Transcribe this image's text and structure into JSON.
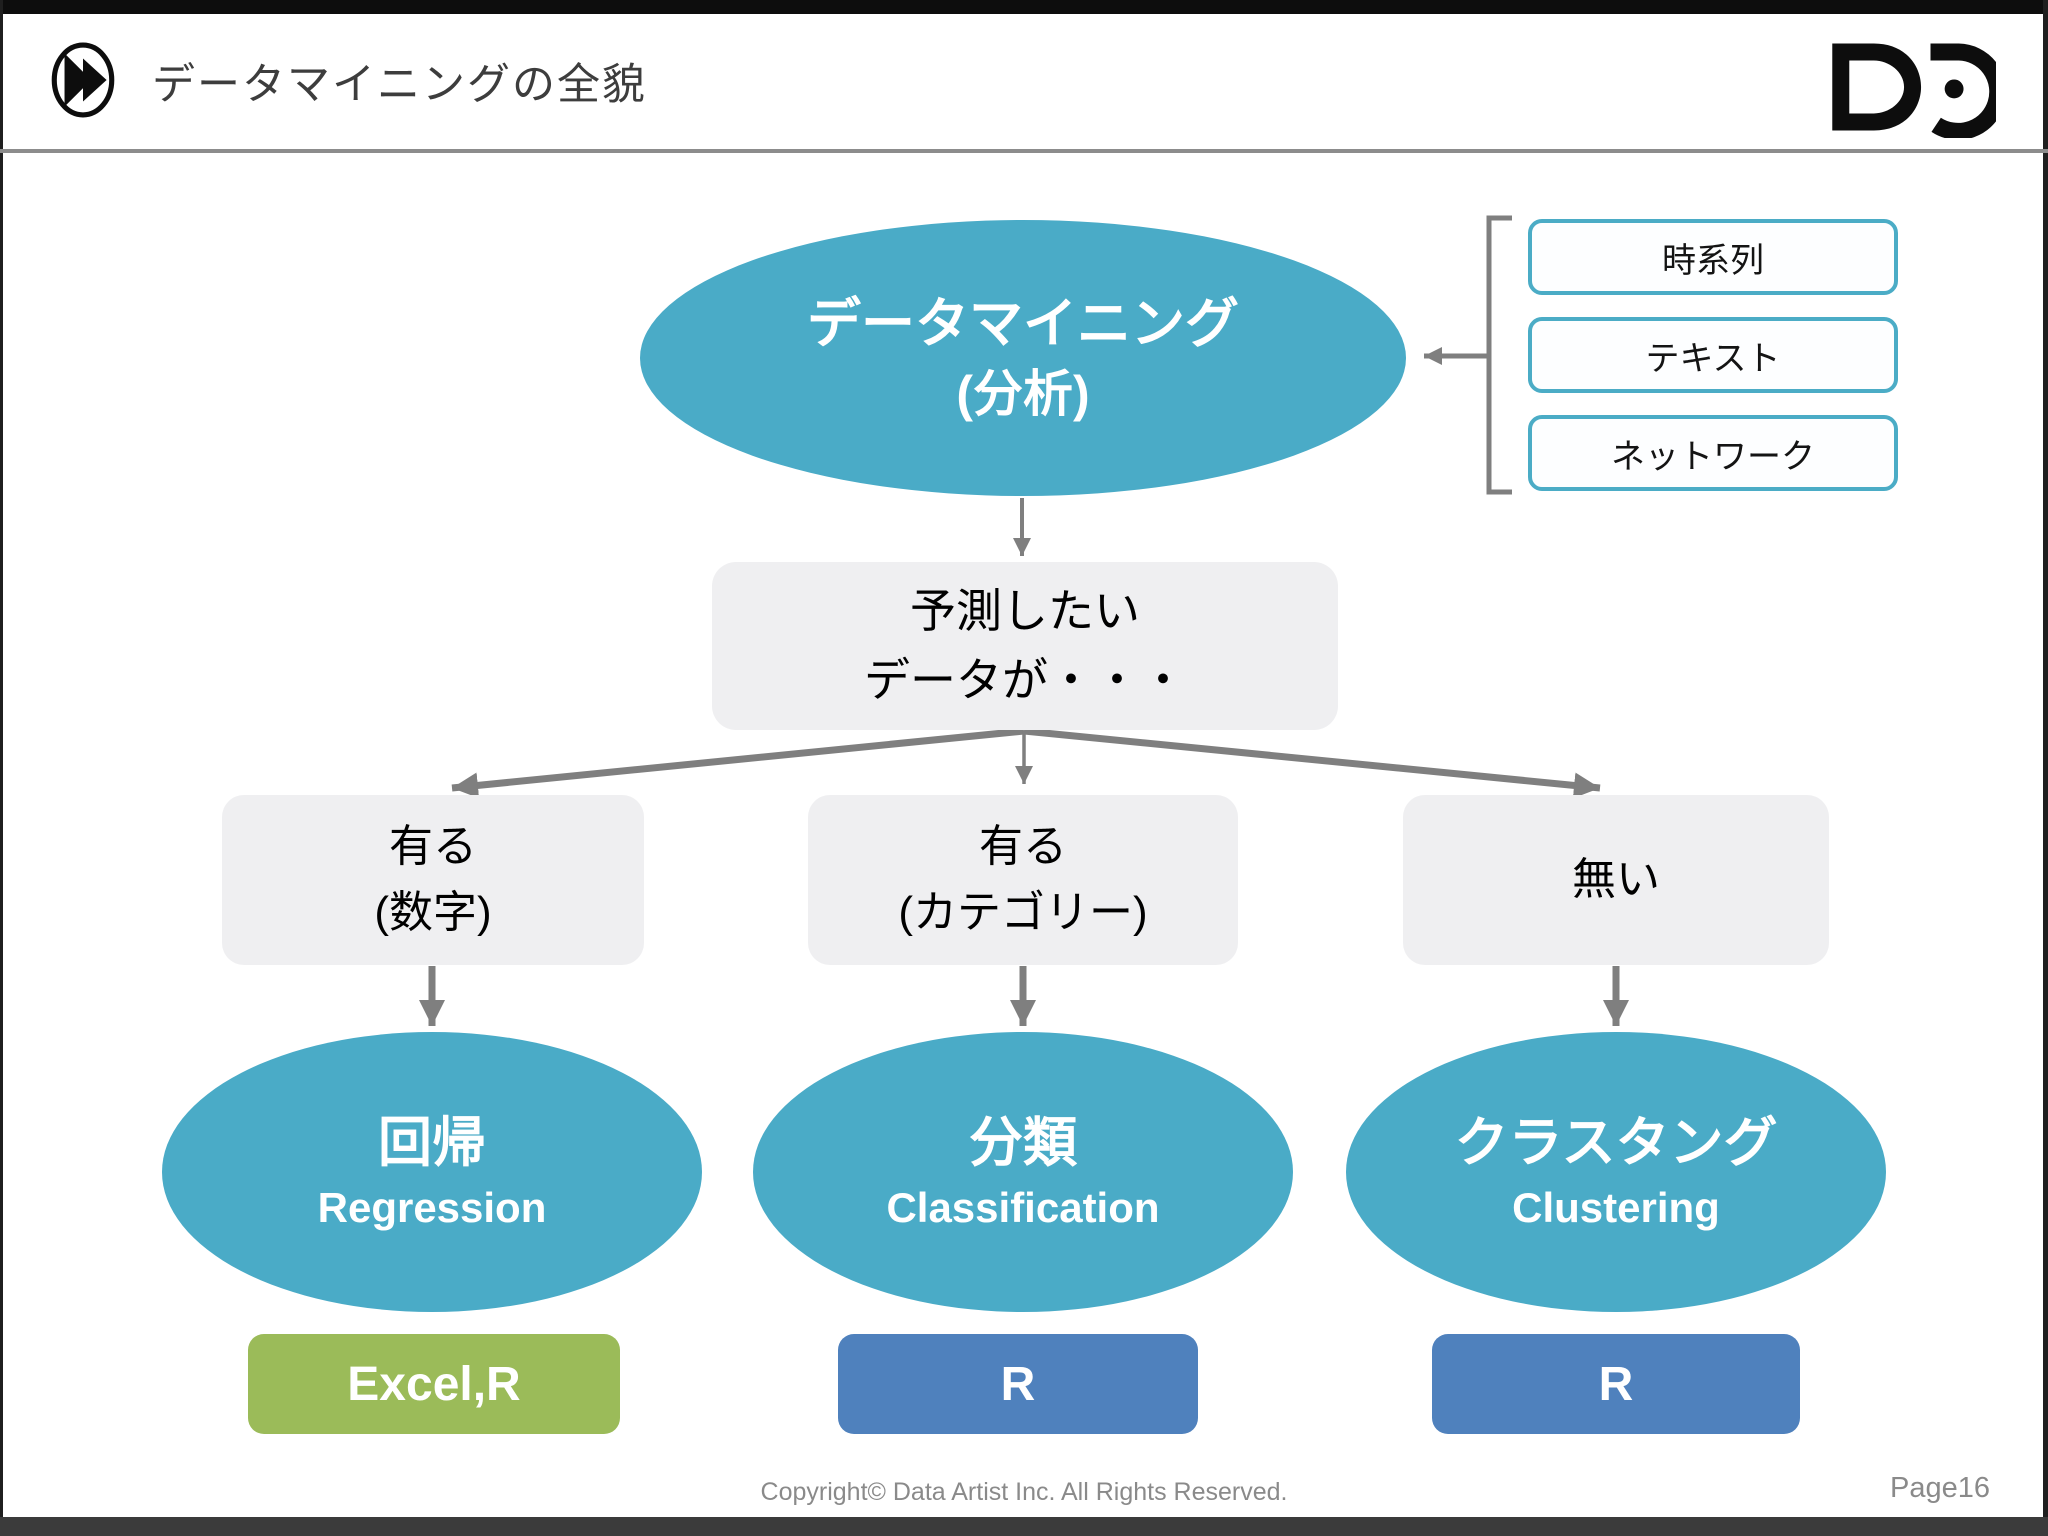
{
  "header": {
    "title": "データマイニングの全貌",
    "logo": "DA"
  },
  "diagram": {
    "root": {
      "line1": "データマイニング",
      "line2": "(分析)"
    },
    "data_types": [
      "時系列",
      "テキスト",
      "ネットワーク"
    ],
    "question": {
      "line1": "予測したい",
      "line2": "データが・・・"
    },
    "branches": [
      {
        "condition_line1": "有る",
        "condition_line2": "(数字)",
        "method_ja": "回帰",
        "method_en": "Regression",
        "tool": "Excel,R"
      },
      {
        "condition_line1": "有る",
        "condition_line2": "(カテゴリー)",
        "method_ja": "分類",
        "method_en": "Classification",
        "tool": "R"
      },
      {
        "condition_line1": "無い",
        "condition_line2": "",
        "method_ja": "クラスタング",
        "method_en": "Clustering",
        "tool": "R"
      }
    ]
  },
  "footer": {
    "copyright": "Copyright© Data Artist Inc.  All Rights Reserved.",
    "page": "Page16"
  },
  "colors": {
    "node_teal": "#4AABC7",
    "data_type_border_teal": "#4BACC6",
    "condition_gray": "#EFEFF1",
    "arrow_gray": "#7F7F7F",
    "tool_green": "#9BBB59",
    "tool_blue": "#4F81BD"
  }
}
